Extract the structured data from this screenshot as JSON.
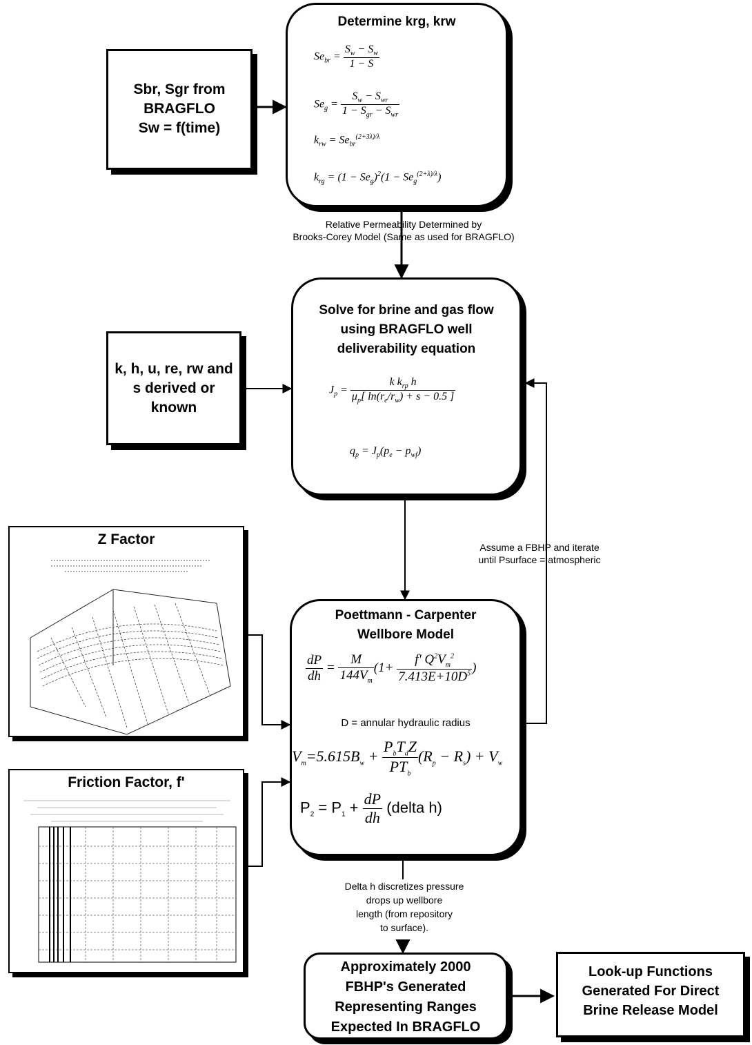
{
  "input_box": {
    "lines": [
      "Sbr, Sgr from",
      "BRAGFLO",
      "Sw = f(time)"
    ]
  },
  "krg_box": {
    "title": "Determine krg, krw",
    "eq1_lhs": "Se",
    "eq1_sub": "br",
    "eq2_lhs": "Se",
    "eq2_sub": "g",
    "eq3": "k",
    "eq4": "k"
  },
  "rel_perm_note": [
    "Relative Permeability Determined by",
    "Brooks-Corey Model (Same as used for BRAGFLO)"
  ],
  "params_box": {
    "lines": [
      "k, h, u, re, rw and",
      "s derived or",
      "known"
    ]
  },
  "solve_box": {
    "title_lines": [
      "Solve for brine and gas flow",
      "using BRAGFLO well",
      "deliverability equation"
    ]
  },
  "iterate_note": [
    "Assume a FBHP and iterate",
    "until Psurface = atmospheric"
  ],
  "z_factor": {
    "title": "Z Factor"
  },
  "friction_factor": {
    "title": "Friction Factor, f'"
  },
  "wellbore_box": {
    "title_lines": [
      "Poettmann - Carpenter",
      "Wellbore Model"
    ],
    "d_note": "D = annular hydraulic radius",
    "p2_text": "(delta h)"
  },
  "delta_note": [
    "Delta h discretizes pressure",
    "drops up wellbore",
    "length (from repository",
    "to surface)."
  ],
  "fbhp_box": {
    "lines": [
      "Approximately 2000",
      "FBHP's Generated",
      "Representing Ranges",
      "Expected In BRAGFLO"
    ]
  },
  "lookup_box": {
    "lines": [
      "Look-up Functions",
      "Generated For Direct",
      "Brine Release Model"
    ]
  }
}
